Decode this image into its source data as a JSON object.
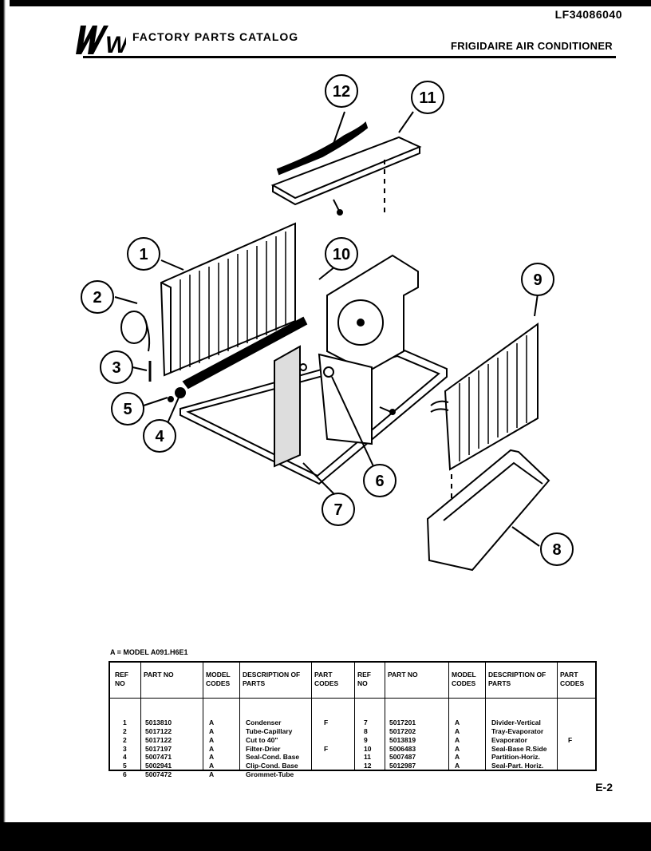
{
  "header": {
    "doc_code": "LF34086040",
    "brand": "WCI",
    "catalog_title": "FACTORY PARTS CATALOG",
    "product_title": "FRIGIDAIRE AIR CONDITIONER"
  },
  "diagram": {
    "callouts": [
      "1",
      "2",
      "3",
      "4",
      "5",
      "6",
      "7",
      "8",
      "9",
      "10",
      "11",
      "12"
    ]
  },
  "model_note": "A = MODEL A091.H6E1",
  "table": {
    "headers": {
      "ref_no": "REF NO",
      "part_no": "PART NO",
      "model_codes": "MODEL CODES",
      "description": "DESCRIPTION OF PARTS",
      "part_codes": "PART CODES"
    },
    "left": {
      "ref": [
        "1",
        "2",
        "2",
        "3",
        "4",
        "5",
        "6"
      ],
      "part": [
        "5013810",
        "5017122",
        "5017122",
        "5017197",
        "5007471",
        "5002941",
        "5007472"
      ],
      "model": [
        "A",
        "A",
        "A",
        "A",
        "A",
        "A",
        "A"
      ],
      "desc": [
        "Condenser",
        "Tube-Capillary",
        "Cut to 40\"",
        "Filter-Drier",
        "Seal-Cond. Base",
        "Clip-Cond. Base",
        "Grommet-Tube"
      ],
      "codes": [
        "F",
        "",
        "",
        "F",
        "",
        "",
        ""
      ]
    },
    "right": {
      "ref": [
        "7",
        "8",
        "9",
        "10",
        "11",
        "12"
      ],
      "part": [
        "5017201",
        "5017202",
        "5013819",
        "5006483",
        "5007487",
        "5012987"
      ],
      "model": [
        "A",
        "A",
        "A",
        "A",
        "A",
        "A"
      ],
      "desc": [
        "Divider-Vertical",
        "Tray-Evaporator",
        "Evaporator",
        "Seal-Base R.Side",
        "Partition-Horiz.",
        "Seal-Part. Horiz."
      ],
      "codes": [
        "",
        "",
        "F",
        "",
        "",
        ""
      ]
    }
  },
  "page_number": "E-2"
}
